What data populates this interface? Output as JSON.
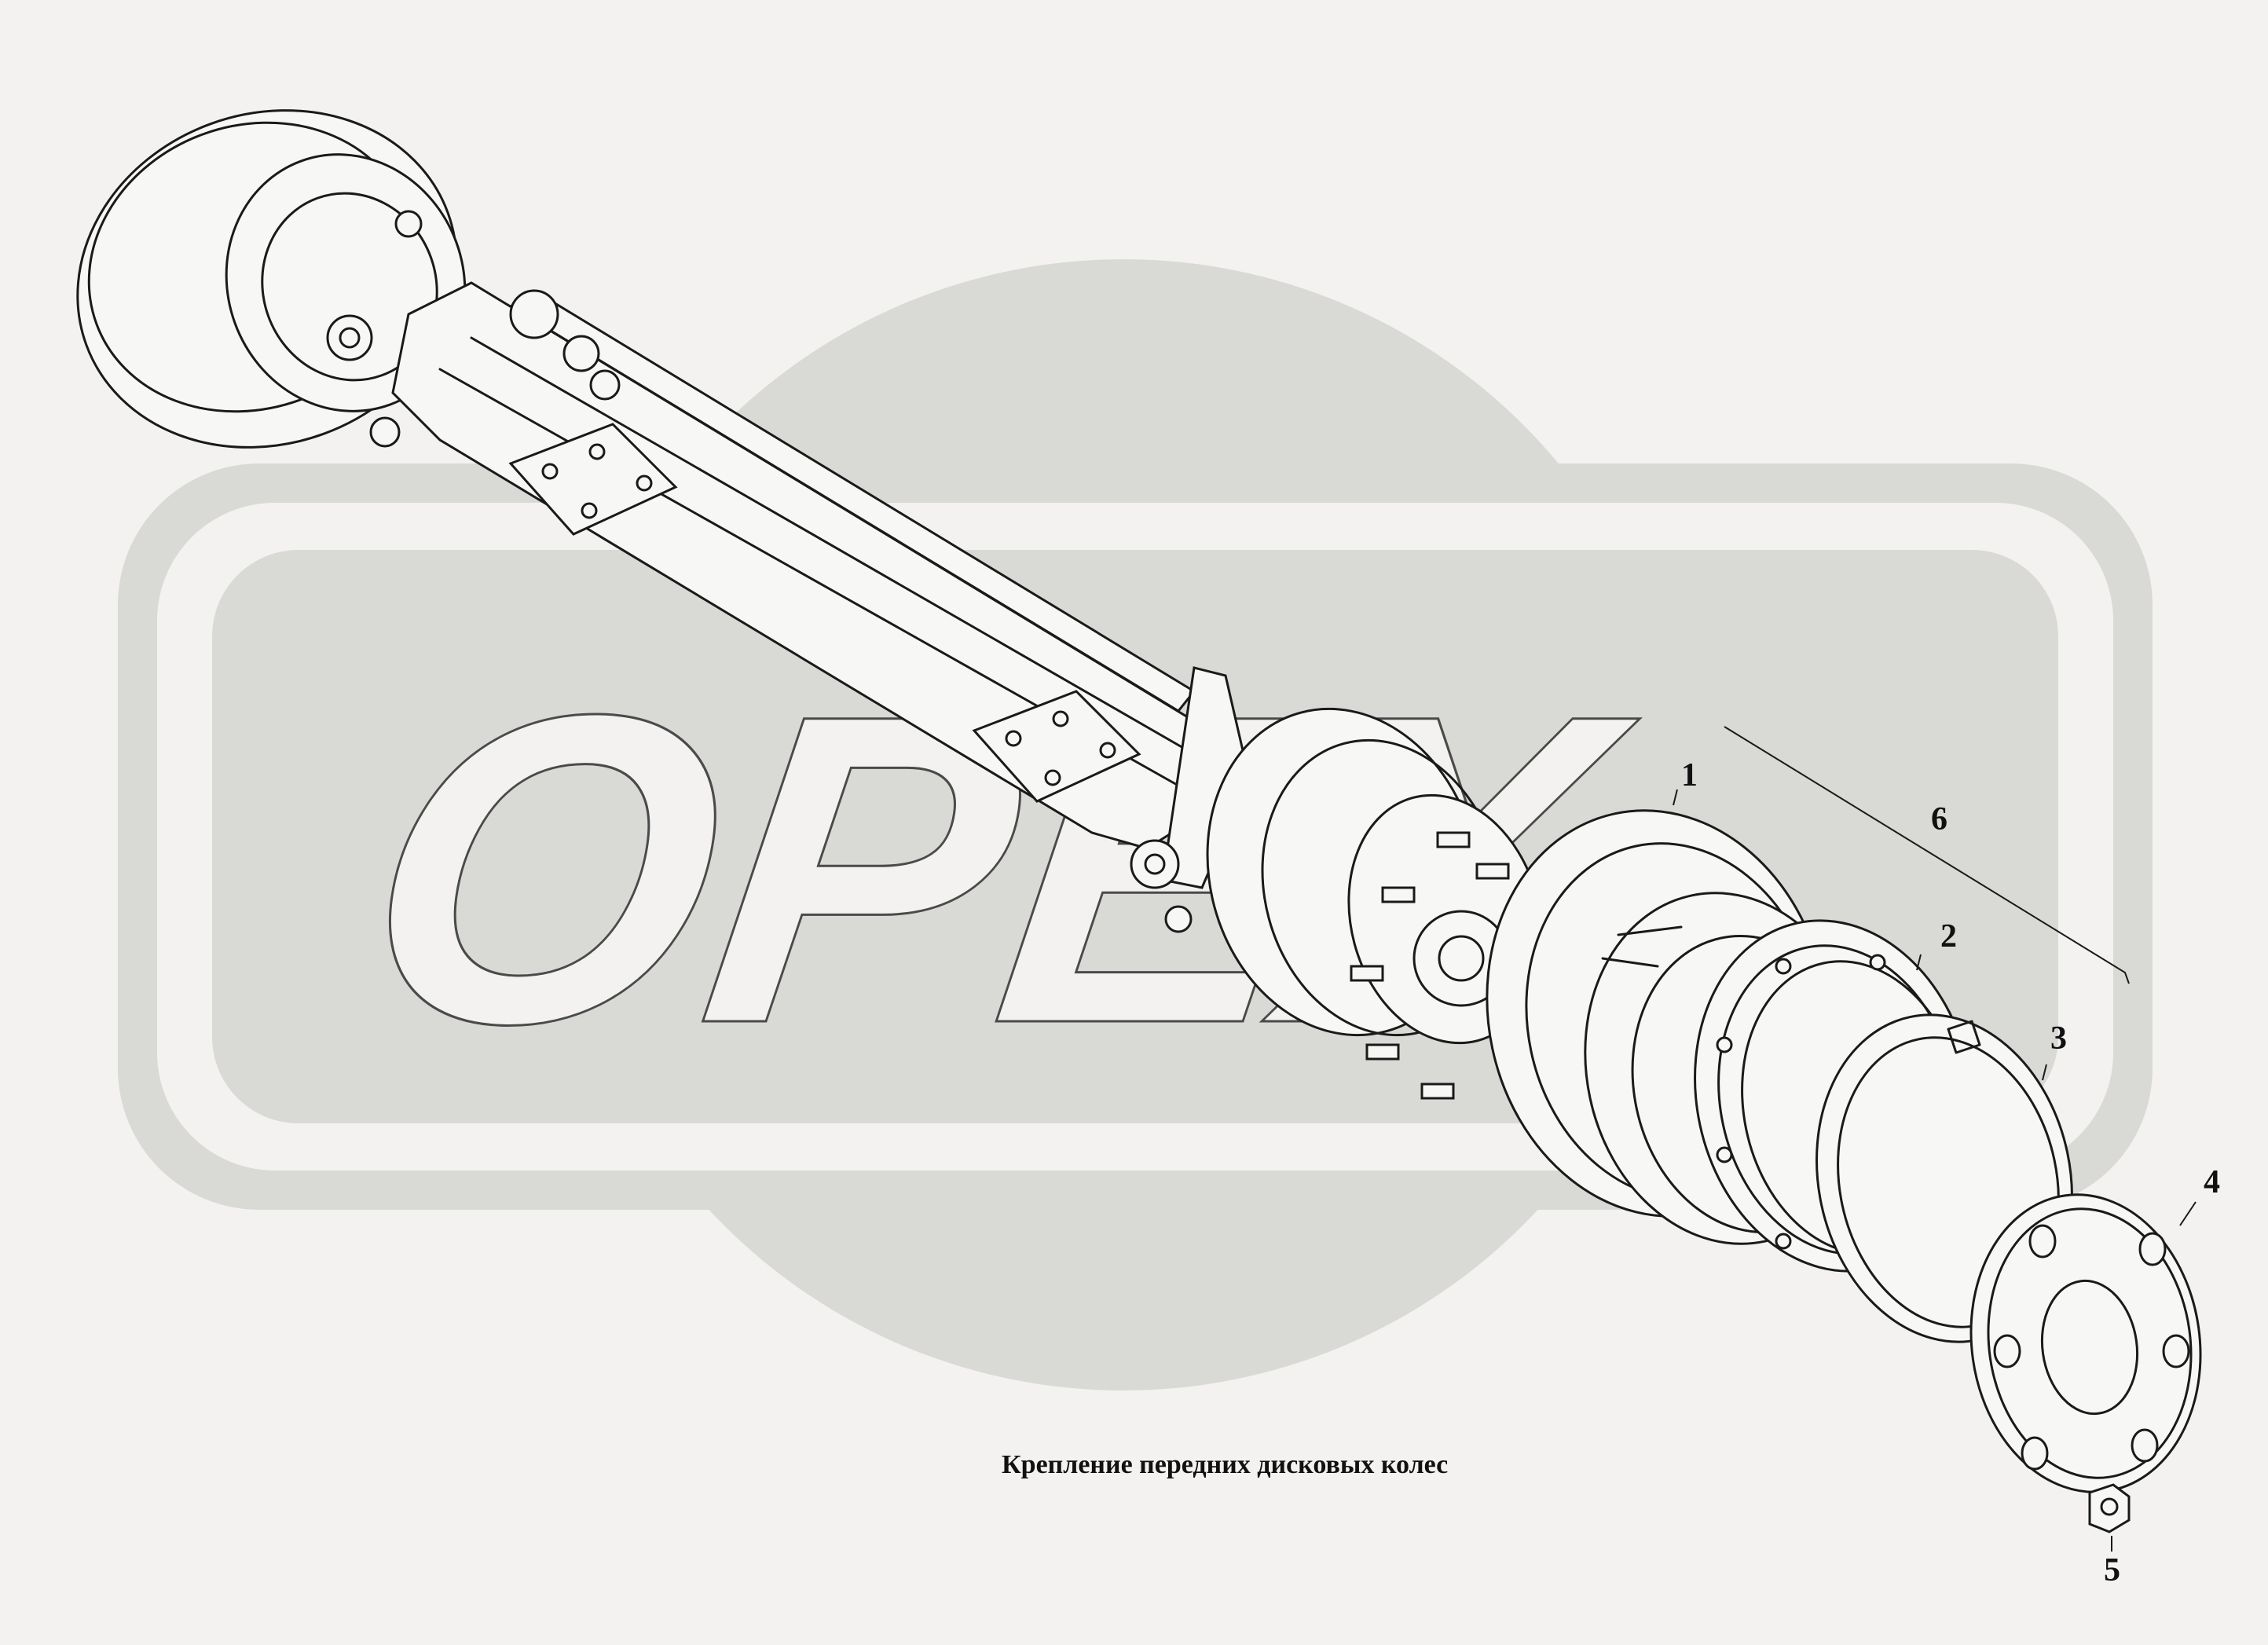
{
  "watermark": {
    "text": "ОРЕХ"
  },
  "caption": "Крепление передних дисковых колес",
  "callouts": [
    {
      "number": "1"
    },
    {
      "number": "2"
    },
    {
      "number": "3"
    },
    {
      "number": "4"
    },
    {
      "number": "5"
    },
    {
      "number": "6"
    }
  ],
  "colors": {
    "background": "#f3f2f0",
    "ink": "#1a1a1a",
    "watermark": "#d9d9d6"
  }
}
